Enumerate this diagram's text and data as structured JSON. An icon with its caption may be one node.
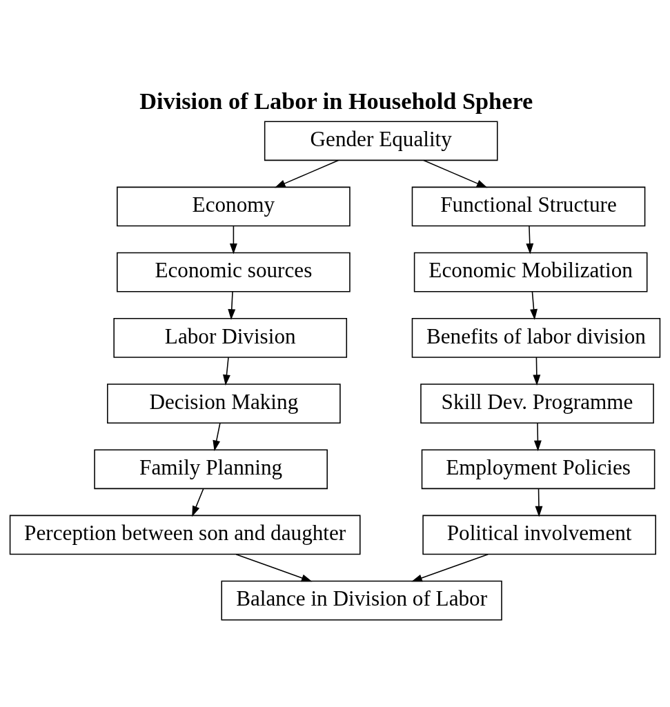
{
  "diagram": {
    "title": "Division of Labor in Household Sphere",
    "nodes": [
      {
        "text": [
          "Gender Equality"
        ]
      },
      {
        "text": [
          "Economy"
        ]
      },
      {
        "text": [
          "Economic sources"
        ]
      },
      {
        "text": [
          "Labor Division"
        ]
      },
      {
        "text": [
          "Decision Making"
        ]
      },
      {
        "text": [
          "Family Planning"
        ]
      },
      {
        "text": [
          "Perception between son and daughter"
        ]
      },
      {
        "text": [
          "Functional Structure"
        ]
      },
      {
        "text": [
          "Economic Mobilization"
        ]
      },
      {
        "text": [
          "Benefits of labor division"
        ]
      },
      {
        "text": [
          "Skill Dev. Programme"
        ]
      },
      {
        "text": [
          "Employment Policies"
        ]
      },
      {
        "text": [
          "Political involvement"
        ]
      },
      {
        "text": [
          "Balance in Division of Labor"
        ]
      }
    ],
    "edges": [
      {
        "from": 0,
        "to": 1,
        "arrow": "to"
      },
      {
        "from": 0,
        "to": 7,
        "arrow": "to"
      },
      {
        "from": 1,
        "to": 2,
        "arrow": "to"
      },
      {
        "from": 2,
        "to": 3,
        "arrow": "to"
      },
      {
        "from": 3,
        "to": 4,
        "arrow": "to"
      },
      {
        "from": 4,
        "to": 5,
        "arrow": "to"
      },
      {
        "from": 5,
        "to": 6,
        "arrow": "to"
      },
      {
        "from": 7,
        "to": 8,
        "arrow": "to"
      },
      {
        "from": 8,
        "to": 9,
        "arrow": "to"
      },
      {
        "from": 9,
        "to": 10,
        "arrow": "to"
      },
      {
        "from": 10,
        "to": 11,
        "arrow": "to"
      },
      {
        "from": 11,
        "to": 12,
        "arrow": "to"
      },
      {
        "from": 6,
        "to": 13,
        "arrow": "to"
      },
      {
        "from": 12,
        "to": 13,
        "arrow": "to"
      }
    ]
  }
}
